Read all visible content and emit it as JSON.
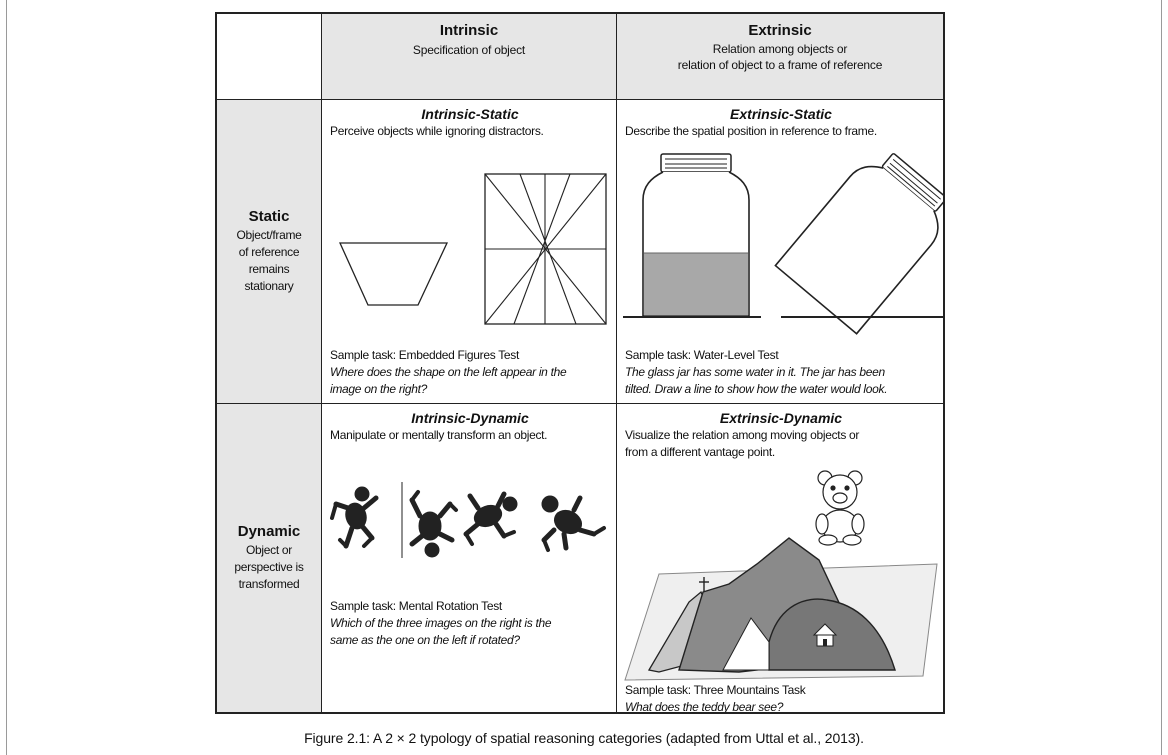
{
  "headers": {
    "intrinsic": {
      "title": "Intrinsic",
      "subtitle": "Specification of object"
    },
    "extrinsic": {
      "title": "Extrinsic",
      "subtitle_line1": "Relation among objects or",
      "subtitle_line2": "relation of object to a frame of reference"
    }
  },
  "rows": {
    "static": {
      "title": "Static",
      "sub_lines": [
        "Object/frame",
        "of reference",
        "remains",
        "stationary"
      ]
    },
    "dynamic": {
      "title": "Dynamic",
      "sub_lines": [
        "Object or",
        "perspective is",
        "transformed"
      ]
    }
  },
  "cells": {
    "intrinsic_static": {
      "title": "Intrinsic-Static",
      "desc": "Perceive objects while ignoring distractors.",
      "sample": "Sample task: Embedded Figures Test",
      "question_line1": "Where does the shape on the left appear in the",
      "question_line2": "image on the right?"
    },
    "extrinsic_static": {
      "title": "Extrinsic-Static",
      "desc": "Describe the spatial position in reference to frame.",
      "sample": "Sample task: Water-Level Test",
      "question_line1": "The glass jar has some water in it. The jar has been",
      "question_line2": "tilted. Draw a line to show how the water would look."
    },
    "intrinsic_dynamic": {
      "title": "Intrinsic-Dynamic",
      "desc": "Manipulate or mentally transform an object.",
      "sample": "Sample task: Mental Rotation Test",
      "question_line1": "Which of the three images on the right is the",
      "question_line2": "same as the one on the left if rotated?"
    },
    "extrinsic_dynamic": {
      "title": "Extrinsic-Dynamic",
      "desc_line1": "Visualize the relation among moving objects or",
      "desc_line2": "from a different vantage point.",
      "sample": "Sample task: Three Mountains Task",
      "question": "What does the teddy bear see?"
    }
  },
  "caption": "Figure 2.1: A 2 × 2 typology of spatial reasoning categories (adapted from Uttal et al., 2013)."
}
